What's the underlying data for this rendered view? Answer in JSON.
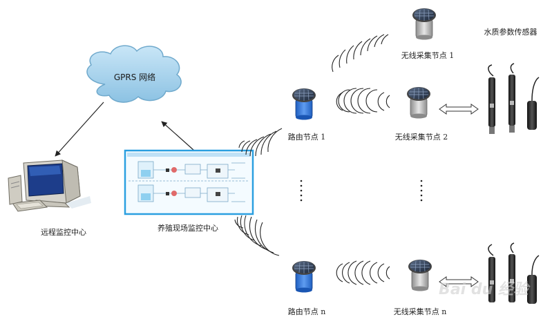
{
  "cloud": {
    "label": "GPRS 网络"
  },
  "remote_center": {
    "label": "远程监控中心"
  },
  "farm_center": {
    "label": "养殖现场监控中心"
  },
  "routers": [
    {
      "label": "路由节点 1"
    },
    {
      "label": "路由节点 n"
    }
  ],
  "nodes": [
    {
      "label": "无线采集节点 1"
    },
    {
      "label": "无线采集节点 2"
    },
    {
      "label": "无线采集节点 n"
    }
  ],
  "sensor_title": "水质参数传感器",
  "watermark": "Bai du 经验",
  "colors": {
    "cloud_fill": "#a9d3ec",
    "cloud_stroke": "#6fa9cc",
    "router_body": "#3a78d6",
    "node_body": "#b8b8b8",
    "solar_panel": "#2a3a52"
  }
}
